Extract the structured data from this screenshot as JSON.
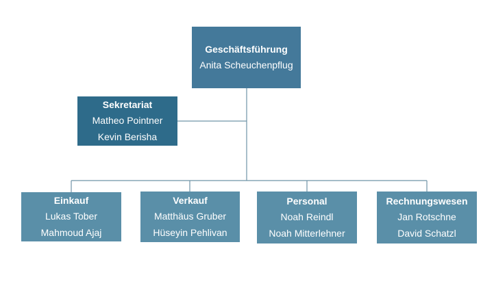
{
  "chart_data": {
    "type": "org-chart",
    "root": {
      "title": "Geschäftsführung",
      "people": [
        "Anita Scheuchenpflug"
      ]
    },
    "assistant": {
      "title": "Sekretariat",
      "people": [
        "Matheo Pointner",
        "Kevin Berisha"
      ]
    },
    "departments": [
      {
        "title": "Einkauf",
        "people": [
          "Lukas Tober",
          "Mahmoud Ajaj"
        ]
      },
      {
        "title": "Verkauf",
        "people": [
          "Matthäus Gruber",
          "Hüseyin Pehlivan"
        ]
      },
      {
        "title": "Personal",
        "people": [
          "Noah Reindl",
          "Noah Mitterlehner"
        ]
      },
      {
        "title": "Rechnungswesen",
        "people": [
          "Jan Rotschne",
          "David Schatzl"
        ]
      }
    ],
    "colors": {
      "root_fill": "#44799a",
      "assistant_fill": "#2e6b8a",
      "department_fill": "#5a8fa8",
      "connector": "#6f93a6"
    }
  }
}
